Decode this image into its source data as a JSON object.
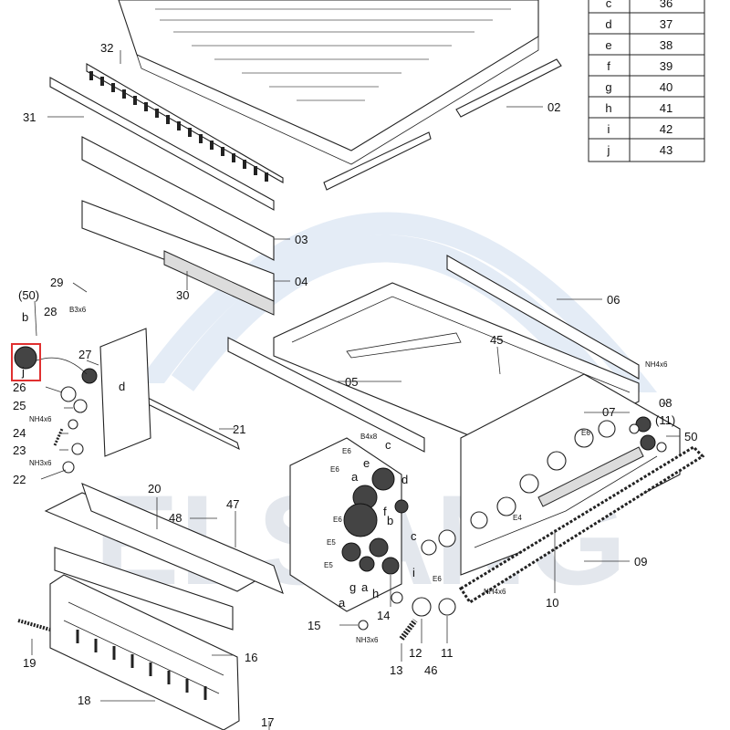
{
  "diagram": {
    "watermark_text": "ELSANG",
    "highlight_color": "#e03030",
    "parts_table": {
      "rows": [
        {
          "letter": "c",
          "number": "36"
        },
        {
          "letter": "d",
          "number": "37"
        },
        {
          "letter": "e",
          "number": "38"
        },
        {
          "letter": "f",
          "number": "39"
        },
        {
          "letter": "g",
          "number": "40"
        },
        {
          "letter": "h",
          "number": "41"
        },
        {
          "letter": "i",
          "number": "42"
        },
        {
          "letter": "j",
          "number": "43"
        }
      ]
    },
    "callouts": {
      "p02": "02",
      "p03": "03",
      "p04": "04",
      "p05": "05",
      "p06": "06",
      "p07": "07",
      "p08": "08",
      "p09": "09",
      "p10": "10",
      "p11": "11",
      "p11b": "(11)",
      "p12": "12",
      "p13": "13",
      "p14": "14",
      "p15": "15",
      "p16": "16",
      "p17": "17",
      "p18": "18",
      "p19": "19",
      "p20": "20",
      "p21": "21",
      "p22": "22",
      "p23": "23",
      "p24": "24",
      "p25": "25",
      "p26": "26",
      "p27": "27",
      "p28": "28",
      "p29": "29",
      "p30": "30",
      "p31": "31",
      "p32": "32",
      "p45": "45",
      "p46": "46",
      "p47": "47",
      "p48": "48",
      "p50": "50",
      "p50b": "(50)"
    },
    "gear_letters": {
      "a1": "a",
      "a2": "a",
      "a3": "a",
      "b1": "b",
      "b2": "b",
      "c1": "c",
      "c2": "c",
      "d1": "d",
      "d2": "d",
      "e": "e",
      "f": "f",
      "g": "g",
      "h": "h",
      "i": "i",
      "j": "j"
    },
    "screws": {
      "b3x6": "B3x6",
      "b4x8": "B4x8",
      "nh4x6a": "NH4x6",
      "nh4x6b": "NH4x6",
      "nh4x6c": "NH4x6",
      "nh3x6a": "NH3x6",
      "nh3x6b": "NH3x6",
      "e6a": "E6",
      "e6b": "E6",
      "e6c": "E6",
      "e6d": "E6",
      "e6e": "E6",
      "e5a": "E5",
      "e5b": "E5",
      "e4": "E4"
    }
  }
}
